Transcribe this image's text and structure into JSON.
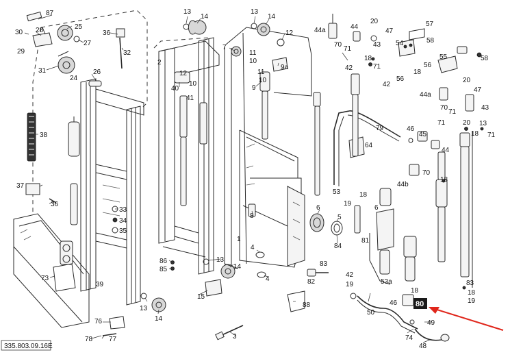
{
  "diagram": {
    "drawing_code": "335.803.09.16E",
    "highlighted_part": "80",
    "accent_color": "#e0261b",
    "labels": {
      "l87": "87",
      "l28": "28",
      "l25": "25",
      "l30": "30",
      "l29": "29",
      "l27": "27",
      "l36a": "36",
      "l32": "32",
      "l31": "31",
      "l24": "24",
      "l26": "26",
      "l38": "38",
      "l37": "37",
      "l36b": "36",
      "l33": "33",
      "l34": "34",
      "l35": "35",
      "l39": "39",
      "l73": "73",
      "l76": "76",
      "l78": "78",
      "l77": "77",
      "l13a": "13",
      "l14a": "14",
      "l12a": "12",
      "l2": "2",
      "l40": "40",
      "l10a": "10",
      "l41": "41",
      "l86": "86",
      "l85": "85",
      "l13b": "13",
      "l14b": "14",
      "l15": "15",
      "l13c": "13",
      "l14c": "14",
      "l13d": "13",
      "l14d": "14",
      "l12b": "12",
      "l11a": "11",
      "l10b": "10",
      "l9a": "9a",
      "l11b": "11",
      "l10c": "10",
      "l9": "9",
      "l7": "7",
      "l8": "8",
      "l1": "1",
      "l6": "6",
      "l5": "5",
      "l84": "84",
      "l4a": "4",
      "l4b": "4",
      "l3": "3",
      "l44a1": "44a",
      "l44": "44",
      "l20a": "20",
      "l57": "57",
      "l47a": "47",
      "l43a": "43",
      "l70a": "70",
      "l71a": "71",
      "l58a": "58",
      "l54": "54",
      "l42a": "42",
      "l18a": "18",
      "l71b": "71",
      "l55": "55",
      "l18b": "18",
      "l56a": "56",
      "l58b": "58",
      "l42b": "42",
      "l56b": "56",
      "l44a2": "44a",
      "l20b": "20",
      "l70b": "70",
      "l71c": "71",
      "l47b": "47",
      "l43b": "43",
      "l71d": "71",
      "l79": "79",
      "l46": "46",
      "l45": "45",
      "l44b": "44",
      "l64": "64",
      "l44b2": "44b",
      "l70c": "70",
      "l18c": "18",
      "l53": "53",
      "l18d": "18",
      "l19a": "19",
      "l6b": "6",
      "l81": "81",
      "l42c": "42",
      "l82": "82",
      "l83": "83",
      "l19b": "19",
      "l53a": "53a",
      "l18e": "18",
      "l46b": "46",
      "l88": "88",
      "l50": "50",
      "l49": "49",
      "l74": "74",
      "l48": "48",
      "l18f": "18",
      "l19c": "19",
      "l83b": "83",
      "l20c": "20",
      "l18g": "18",
      "l71e": "71",
      "l13e": "13"
    }
  }
}
